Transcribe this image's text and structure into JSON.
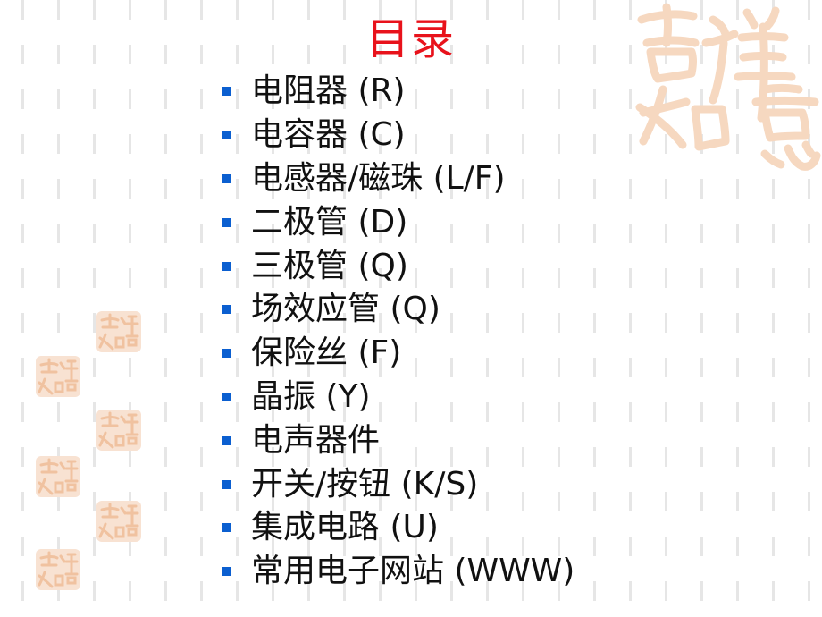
{
  "title": "目录",
  "items": [
    {
      "label": "电阻器  (R)"
    },
    {
      "label": "电容器  (C)"
    },
    {
      "label": "电感器/磁珠  (L/F)"
    },
    {
      "label": "二极管  (D)"
    },
    {
      "label": "三极管  (Q)"
    },
    {
      "label": "场效应管  (Q)"
    },
    {
      "label": "保险丝  (F)"
    },
    {
      "label": "晶振  (Y)"
    },
    {
      "label": "电声器件"
    },
    {
      "label": "开关/按钮  (K/S)"
    },
    {
      "label": "集成电路  (U)"
    },
    {
      "label": "常用电子网站 (WWW)"
    }
  ],
  "decor": {
    "seal_text": "吉祥如意",
    "seal_color": "#f6d8c0",
    "title_color": "#e8121b",
    "bullet_color": "#0b5fd0"
  }
}
